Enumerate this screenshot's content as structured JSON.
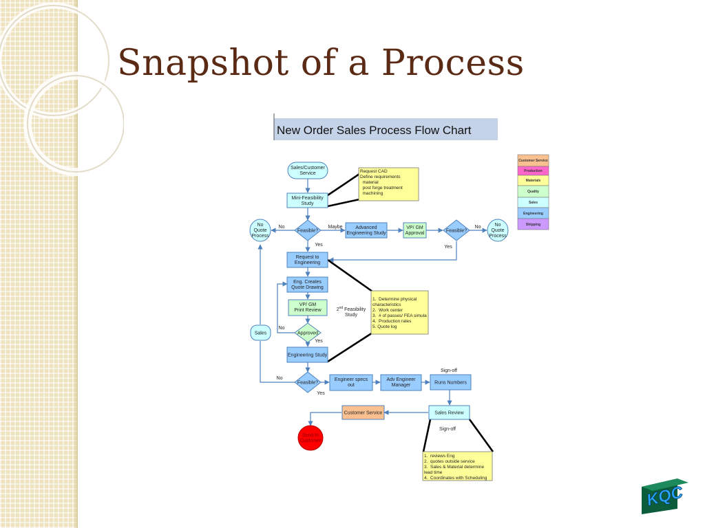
{
  "slide": {
    "title": "Snapshot of a Process",
    "chart_title": "New Order Sales Process Flow Chart"
  },
  "legend": [
    "Customer Service",
    "Production",
    "Materials",
    "Quality",
    "Sales",
    "Engineering",
    "Shipping"
  ],
  "colors": {
    "title": "#5a2a14",
    "customer_service": "#fac090",
    "production": "#ff66cc",
    "materials": "#ffff99",
    "quality": "#ccffcc",
    "sales": "#ccffff",
    "engineering": "#99ccff",
    "shipping": "#cc99ff",
    "connector": "#4f81bd",
    "end_node": "#ff0000"
  },
  "nodes": {
    "sales_customer_service": [
      "Sales/Customer",
      "Service"
    ],
    "mini_feasibility": [
      "Mini-Feasibility",
      "Study"
    ],
    "feasible_1": "Feasible?",
    "no_quote_left": [
      "No",
      "Quote",
      "Process"
    ],
    "advanced_eng": [
      "Advanced",
      "Engineering Study"
    ],
    "vp_gm_approval": [
      "VP/ GM",
      "Approval"
    ],
    "feasible_2": "Feasible?",
    "no_quote_right": [
      "No",
      "Quote",
      "Process"
    ],
    "request_eng": [
      "Request to",
      "Engineering"
    ],
    "eng_creates": [
      "Eng. Creates",
      "Quote Drawing"
    ],
    "vp_gm_print": [
      "VP/ GM",
      "Print Review"
    ],
    "approved": "Approved",
    "sales": "Sales",
    "engineering_study": "Engineering Study",
    "feasible_3": "Feasible?",
    "engineer_specs": [
      "Engineer specs",
      "out"
    ],
    "adv_eng_manager": [
      "Adv Engineer",
      "Manager"
    ],
    "runs_numbers": "Runs Numbers",
    "sales_review": "Sales Review",
    "customer_service": "Customer Service",
    "send_customer": [
      "Send to",
      "Customer"
    ]
  },
  "edge_labels": {
    "no_1": "No",
    "maybe": "Maybe",
    "yes_1": "Yes",
    "no_2": "No",
    "yes_2": "Yes",
    "no_3": "No",
    "yes_3": "Yes",
    "no_4": "No",
    "yes_4": "Yes",
    "signoff_1": "Sign-off",
    "signoff_2": "Sign-off"
  },
  "notes": {
    "feasibility_2nd_a": "2",
    "feasibility_2nd_sup": "nd",
    "feasibility_2nd_b": " Feasibility",
    "feasibility_2nd_c": "Study",
    "request_cad": [
      "Request CAD",
      "Define requirements",
      "  material",
      "  post forge treatment",
      "  machining"
    ],
    "eng_list": [
      "1.  Determine physical",
      "characteristics",
      "2.  Work center",
      "3.  # of passes/ FEA simula",
      "4.  Production rates",
      "5. Quote log"
    ],
    "sales_list": [
      "1.  reviews Eng",
      "2.  quotes outside service",
      "3.  Sales & Material determine",
      "lead time",
      "4.  Coordinates with Scheduling"
    ]
  },
  "logo": {
    "text": "KQC"
  }
}
